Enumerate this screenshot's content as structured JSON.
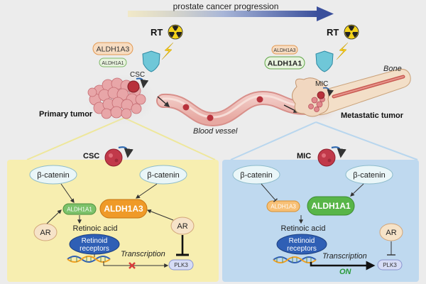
{
  "header": {
    "title": "prostate cancer progression"
  },
  "top": {
    "left": {
      "rt": "RT",
      "aldh1a3": "ALDH1A3",
      "aldh1a1": "ALDH1A1",
      "csc": "CSC",
      "tumor": "Primary tumor"
    },
    "vessel": "Blood vessel",
    "right": {
      "rt": "RT",
      "aldh1a3": "ALDH1A3",
      "aldh1a1": "ALDH1A1",
      "mic": "MIC",
      "bone": "Bone",
      "tumor": "Metastatic tumor"
    }
  },
  "panel_left": {
    "title": "CSC",
    "bcat_left": "β-catenin",
    "bcat_right": "β-catenin",
    "aldh1a1": "ALDH1A1",
    "aldh1a3": "ALDH1A3",
    "ar_left": "AR",
    "ar_right": "AR",
    "retinoic": "Retinoic acid",
    "receptor_1": "Retinoid",
    "receptor_2": "receptors",
    "transcription": "Transcription",
    "plk3": "PLK3"
  },
  "panel_right": {
    "title": "MIC",
    "bcat_left": "β-catenin",
    "bcat_right": "β-catenin",
    "aldh1a3": "ALDH1A3",
    "aldh1a1": "ALDH1A1",
    "ar": "AR",
    "retinoic": "Retinoic acid",
    "receptor_1": "Retinoid",
    "receptor_2": "receptors",
    "transcription": "Transcription",
    "on": "ON",
    "plk3": "PLK3"
  },
  "colors": {
    "background": "#ececec",
    "panel_left": "#f7eeb0",
    "panel_right": "#bfd9ef",
    "aldh_green": "#58b548",
    "aldh_orange": "#ef9a28",
    "receptor_blue": "#2f5fb5",
    "bcat_fill": "#eaf6f8",
    "plk3_fill": "#d6dcf6",
    "ar_fill": "#f6e3c8",
    "tumor_red": "#c94a52",
    "on_green": "#2a9a3a",
    "inhibit_red": "#d93c3c"
  }
}
